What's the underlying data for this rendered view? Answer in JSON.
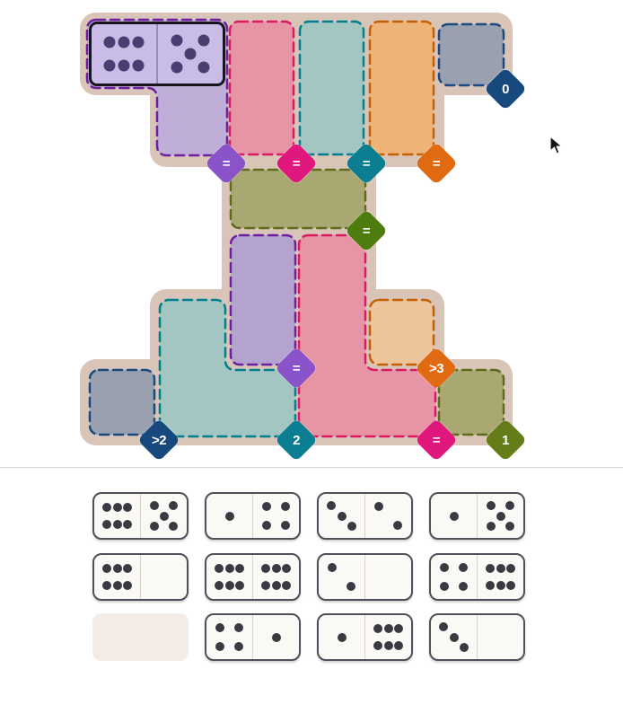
{
  "board": {
    "placed_domino": {
      "pips": [
        6,
        5
      ]
    },
    "badges": [
      {
        "id": "gray-top-right",
        "label": "0",
        "color": "navy"
      },
      {
        "id": "purple-top",
        "label": "=",
        "color": "purple"
      },
      {
        "id": "pink-top",
        "label": "=",
        "color": "magenta"
      },
      {
        "id": "teal-top",
        "label": "=",
        "color": "teal"
      },
      {
        "id": "orange-top",
        "label": "=",
        "color": "orange"
      },
      {
        "id": "olive-middle",
        "label": "=",
        "color": "green"
      },
      {
        "id": "purple-middle",
        "label": "=",
        "color": "purple"
      },
      {
        "id": "orange-bottom",
        "label": ">3",
        "color": "orange"
      },
      {
        "id": "gray-bottom-left",
        "label": ">2",
        "color": "navy"
      },
      {
        "id": "teal-bottom",
        "label": "2",
        "color": "teal"
      },
      {
        "id": "pink-bottom",
        "label": "=",
        "color": "magenta"
      },
      {
        "id": "olive-bottom",
        "label": "1",
        "color": "olive"
      }
    ],
    "regions": [
      {
        "id": "purple-top",
        "fill": "#bfaed8",
        "border": "#6d1f9e"
      },
      {
        "id": "pink-top",
        "fill": "#e794a4",
        "border": "#dc1a64"
      },
      {
        "id": "teal-top",
        "fill": "#a3c6c2",
        "border": "#007f90"
      },
      {
        "id": "orange-top",
        "fill": "#eeb377",
        "border": "#c55f02"
      },
      {
        "id": "gray-top-right",
        "fill": "#99a1b1",
        "border": "#1b4a7e"
      },
      {
        "id": "olive-middle",
        "fill": "#a9a873",
        "border": "#5c6b1e"
      },
      {
        "id": "purple-middle",
        "fill": "#b5a3cf",
        "border": "#6d1f9e"
      },
      {
        "id": "pink-bottom",
        "fill": "#e794a4",
        "border": "#dc1a64"
      },
      {
        "id": "teal-bottom",
        "fill": "#a3c6c2",
        "border": "#007f90"
      },
      {
        "id": "orange-bottom",
        "fill": "#edc59c",
        "border": "#c55f02"
      },
      {
        "id": "gray-bottom-left",
        "fill": "#99a1b1",
        "border": "#1b4a7e"
      },
      {
        "id": "olive-bottom",
        "fill": "#a9a873",
        "border": "#5c6b1e"
      }
    ]
  },
  "tray": {
    "rows": [
      [
        {
          "pips": [
            6,
            5
          ]
        },
        {
          "pips": [
            1,
            4
          ]
        },
        {
          "pips": [
            3,
            2
          ]
        },
        {
          "pips": [
            1,
            5
          ]
        }
      ],
      [
        {
          "pips": [
            6,
            0
          ]
        },
        {
          "pips": [
            6,
            6
          ]
        },
        {
          "pips": [
            2,
            0
          ]
        },
        {
          "pips": [
            4,
            6
          ]
        }
      ],
      [
        {
          "empty": true
        },
        {
          "pips": [
            4,
            1
          ]
        },
        {
          "pips": [
            1,
            6
          ]
        },
        {
          "pips": [
            3,
            0
          ]
        }
      ]
    ]
  },
  "colors": {
    "board_base": "#d9c4b8",
    "badge_navy": "#17497f",
    "badge_purple": "#8a53c9",
    "badge_magenta": "#e0187e",
    "badge_teal": "#0b7e92",
    "badge_orange": "#e06a12",
    "badge_green": "#4e7c0f",
    "badge_olive": "#657d18",
    "domino_face": "#fbf9f6",
    "domino_pip": "#3a3a42",
    "placed_domino_face": "#c9bce7",
    "placed_domino_pip": "#4b3c72"
  },
  "icons": {
    "cursor": "mouse-arrow"
  }
}
